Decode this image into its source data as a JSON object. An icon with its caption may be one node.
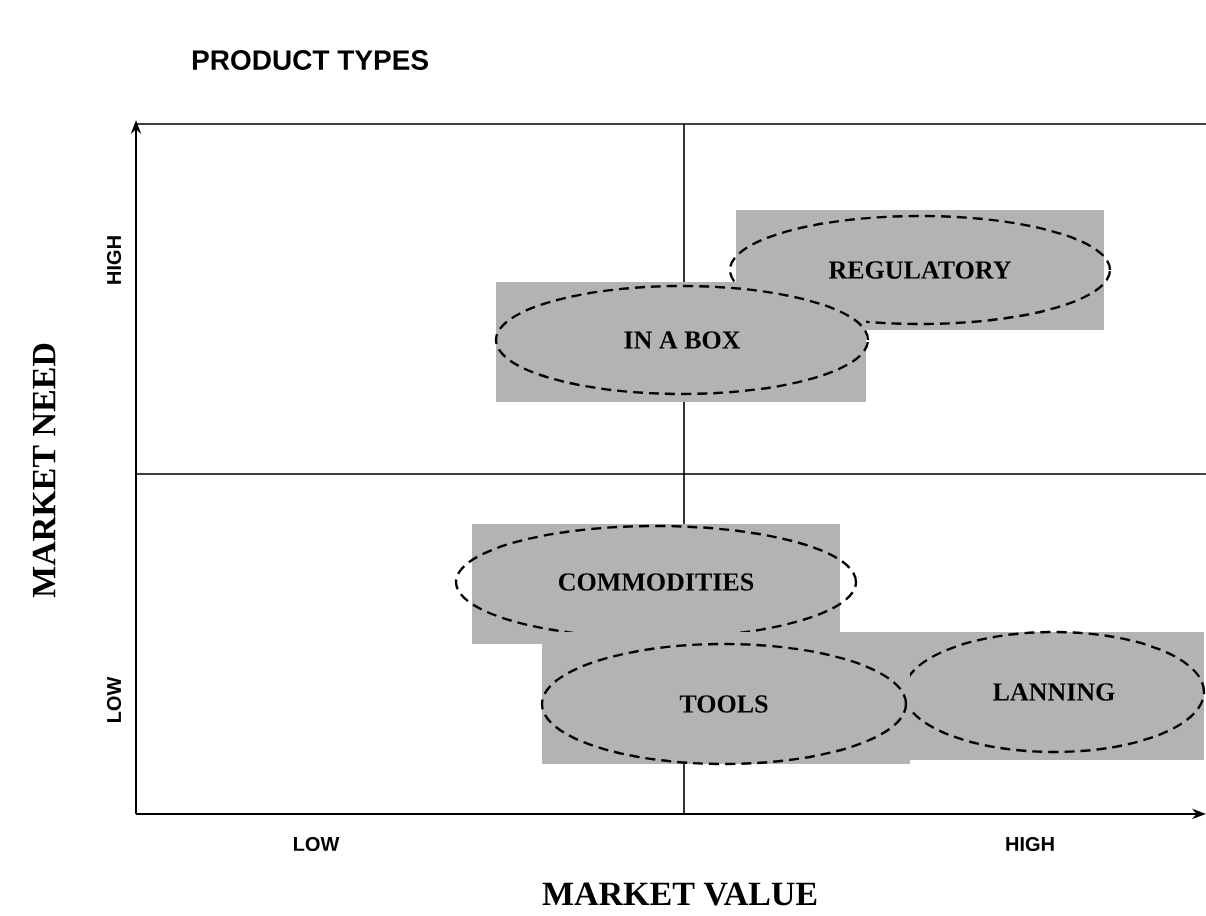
{
  "diagram": {
    "title": "PRODUCT TYPES",
    "nodes": [
      {
        "text": [
          "REGULATORY"
        ]
      },
      {
        "text": [
          "IN A BOX"
        ]
      },
      {
        "text": [
          "COMMODITIES"
        ]
      },
      {
        "text": [
          "TOOLS"
        ]
      },
      {
        "text": [
          "LANNING"
        ]
      }
    ],
    "labels": [
      "HIGH",
      "LOW",
      "MARKET NEED",
      "LOW",
      "HIGH",
      "MARKET VALUE"
    ]
  }
}
